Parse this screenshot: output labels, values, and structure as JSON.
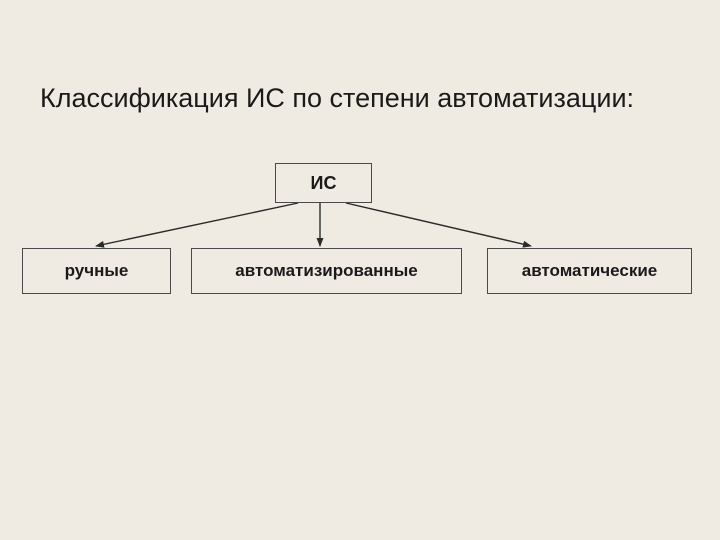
{
  "title": "Классификация ИС по степени автоматизации:",
  "diagram": {
    "root": {
      "label": "ИС"
    },
    "children": [
      {
        "label": "ручные"
      },
      {
        "label": "автоматизированные"
      },
      {
        "label": "автоматические"
      }
    ]
  }
}
